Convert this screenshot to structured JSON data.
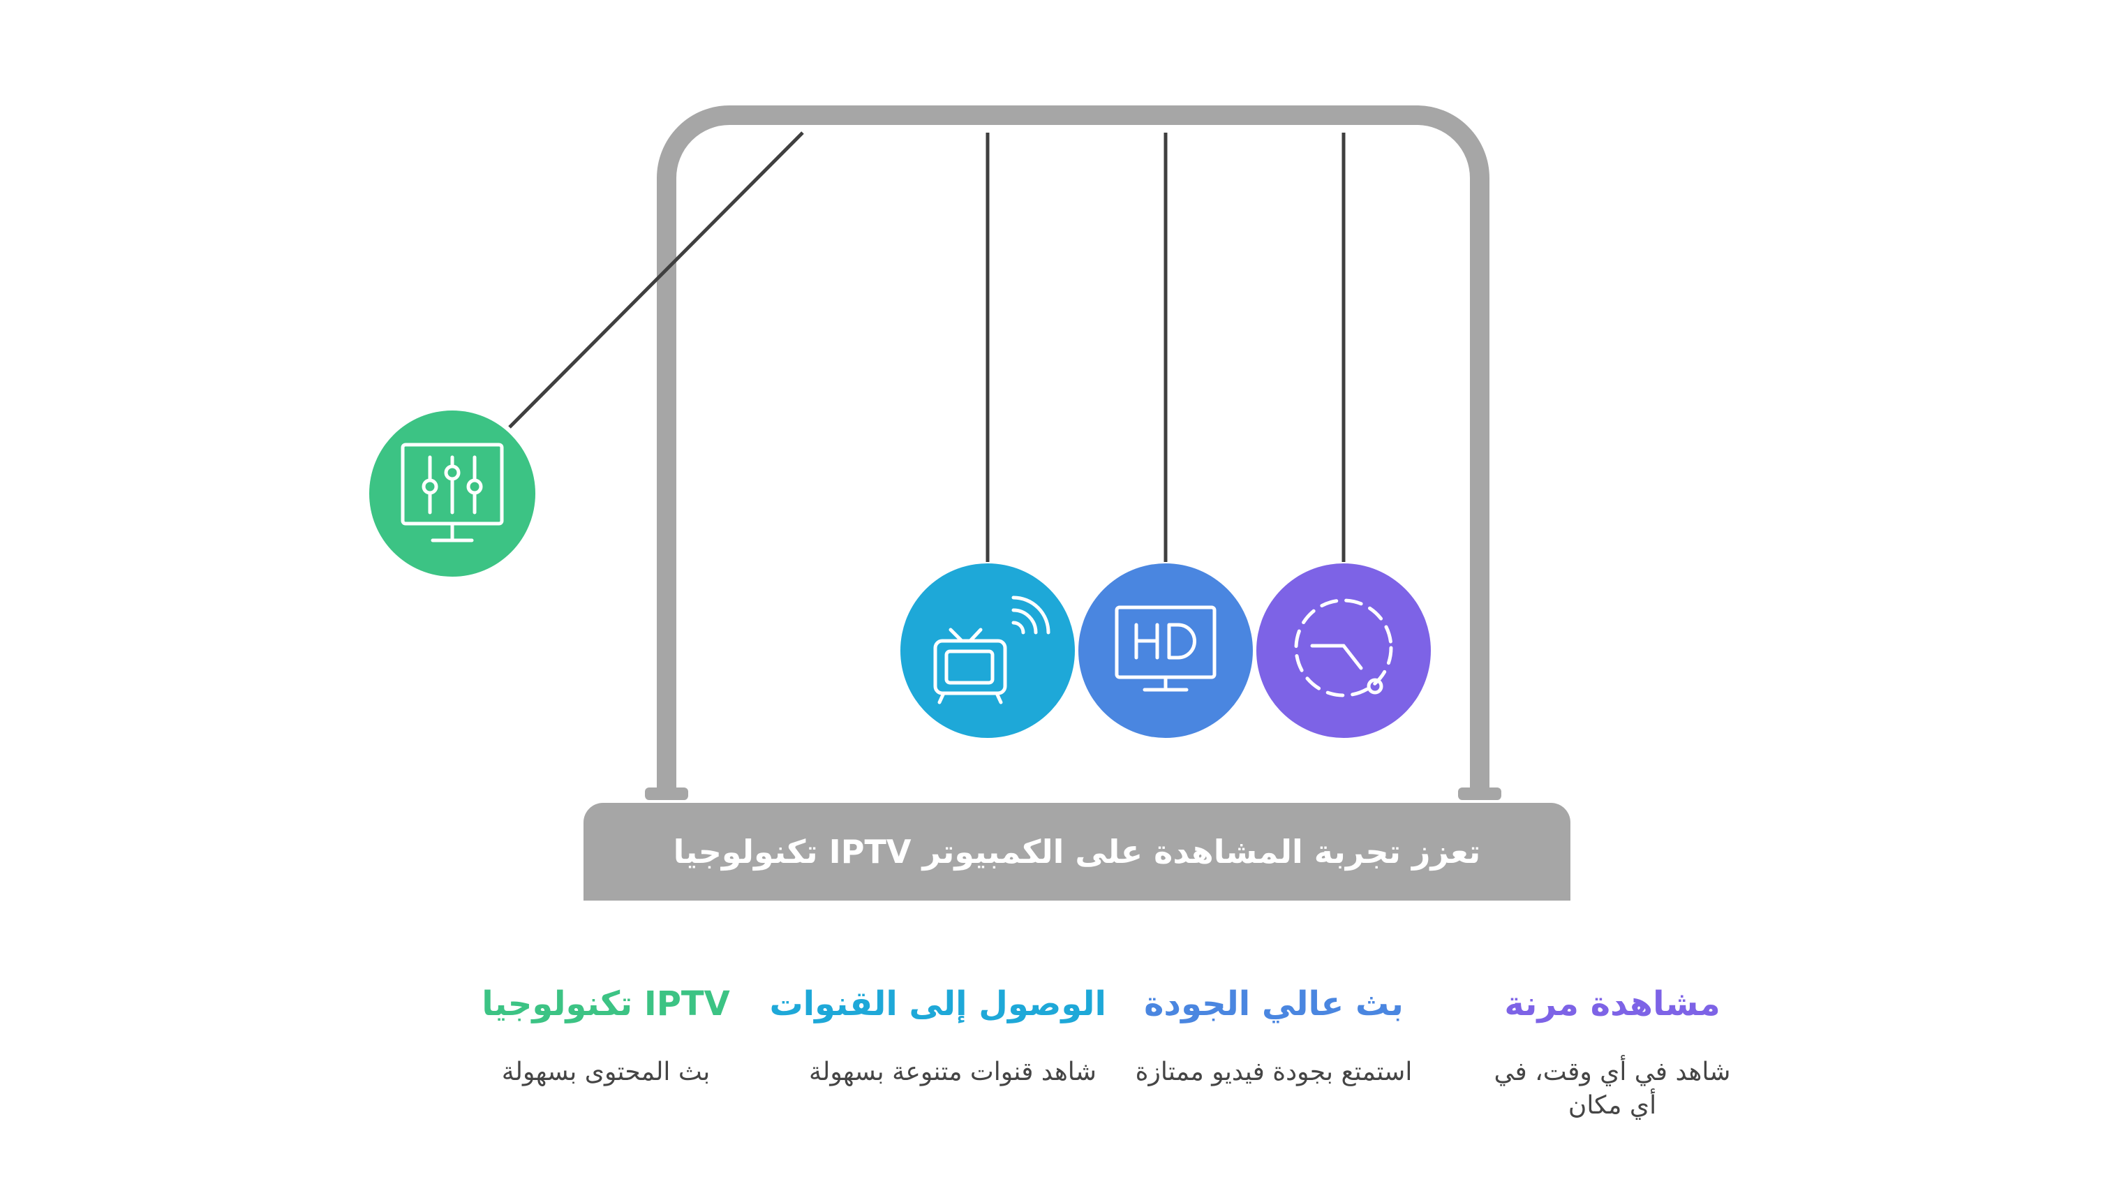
{
  "base": {
    "title": "تعزز تجربة المشاهدة على الكمبيوتر IPTV تكنولوجيا"
  },
  "colors": {
    "frame": "#a6a6a6",
    "string": "#3f3f3f",
    "green": "#3cc384",
    "cyan": "#1ea8d8",
    "blue": "#4a86e0",
    "purple": "#7d63e6"
  },
  "balls": [
    {
      "icon": "monitor-sliders-icon",
      "color": "#3cc384"
    },
    {
      "icon": "tv-signal-icon",
      "color": "#1ea8d8"
    },
    {
      "icon": "hd-monitor-icon",
      "color": "#4a86e0"
    },
    {
      "icon": "clock-dashed-icon",
      "color": "#7d63e6"
    }
  ],
  "items": [
    {
      "title": "IPTV تكنولوجيا",
      "desc": "بث المحتوى بسهولة",
      "color": "#3cc384"
    },
    {
      "title": "الوصول إلى القنوات",
      "desc": "شاهد قنوات متنوعة بسهولة",
      "color": "#1ea8d8"
    },
    {
      "title": "بث عالي الجودة",
      "desc": "استمتع بجودة فيديو ممتازة",
      "color": "#4a86e0"
    },
    {
      "title": "مشاهدة مرنة",
      "desc": "شاهد في أي وقت، في أي مكان",
      "color": "#7d63e6"
    }
  ]
}
